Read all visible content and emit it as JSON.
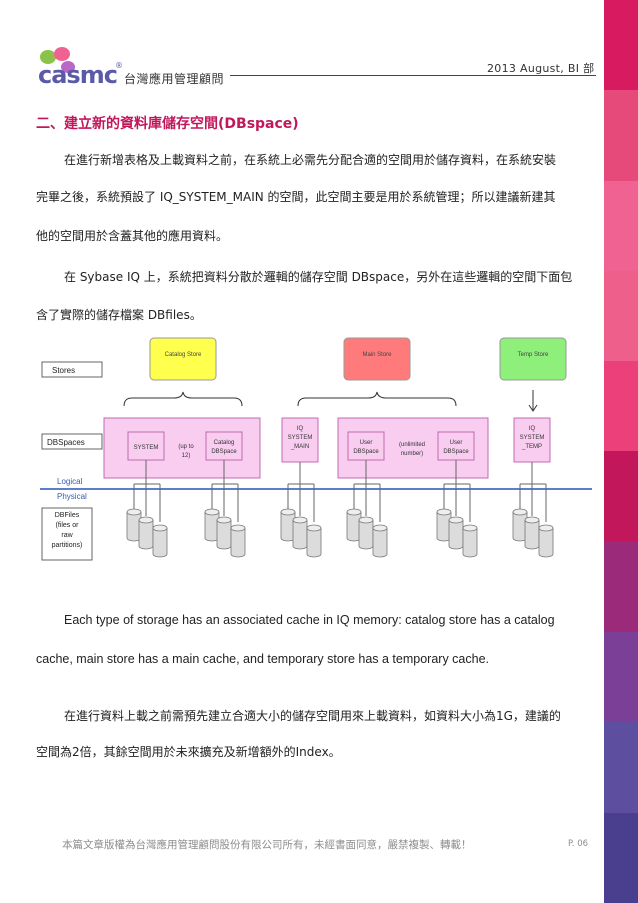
{
  "header": {
    "logo_text": "casmc",
    "logo_reg": "®",
    "company": "台灣應用管理顧問",
    "date": "2013 August, BI 部"
  },
  "section": {
    "title": "二、建立新的資料庫儲存空間(DBspace)"
  },
  "body": {
    "p1_l1": "在進行新增表格及上載資料之前，在系統上必需先分配合適的空間用於儲存資料，在系統安裝",
    "p1_l2": "完畢之後，系統預設了 IQ_SYSTEM_MAIN 的空間，此空間主要是用於系統管理；所以建議新建其",
    "p1_l3": "他的空間用於含蓋其他的應用資料。",
    "p2_l1": "在 Sybase IQ 上，系統把資料分散於邏輯的儲存空間 DBspace，另外在這些邏輯的空間下面包",
    "p2_l2": "含了實際的儲存檔案 DBfiles。",
    "p3_l1": "Each type of storage has an associated cache in IQ memory: catalog store has a catalog",
    "p3_l2": "cache, main store has a main cache, and temporary store has a temporary cache.",
    "p4_l1": "在進行資料上載之前需預先建立合適大小的儲存空間用來上載資料，如資料大小為1G，建議的",
    "p4_l2": "空間為2倍，其餘空間用於未來擴充及新增額外的Index。"
  },
  "diagram": {
    "stores_label": "Stores",
    "dbspaces_label": "DBSpaces",
    "logical_label": "Logical",
    "physical_label": "Physical",
    "dbfiles_l1": "DBFiles",
    "dbfiles_l2": "(files or",
    "dbfiles_l3": "raw",
    "dbfiles_l4": "partitions)",
    "catalog_store": "Catalog Store",
    "main_store": "Main Store",
    "temp_store": "Temp Store",
    "system": "SYSTEM",
    "upto_l1": "(up to",
    "upto_l2": "12)",
    "catalog_l1": "Catalog",
    "catalog_l2": "DBSpace",
    "iqmain_l1": "IQ",
    "iqmain_l2": "SYSTEM",
    "iqmain_l3": "_MAIN",
    "user1_l1": "User",
    "user1_l2": "DBSpace",
    "unlimited_l1": "(unlimited",
    "unlimited_l2": "number)",
    "user2_l1": "User",
    "user2_l2": "DBSpace",
    "iqtemp_l1": "IQ",
    "iqtemp_l2": "SYSTEM",
    "iqtemp_l3": "_TEMP",
    "colors": {
      "catalog_store": "#ffff4d",
      "main_store": "#ff7b7b",
      "temp_store": "#8ef07a",
      "dbspace_fill": "#f8cdf0",
      "dbspace_stroke": "#c06bb0",
      "logical_line": "#5b7fc8"
    }
  },
  "footer": {
    "notice": "本篇文章版權為台灣應用管理顧問股份有限公司所有，未經書面同意，嚴禁複製、轉載！",
    "page": "P. 06"
  },
  "theme": {
    "stripe_colors": [
      "#d81b60",
      "#e64a7b",
      "#f06292",
      "#ef5f8c",
      "#ec407a",
      "#c2185b",
      "#9c2a7a",
      "#7b3f98",
      "#5e4ea0",
      "#4a3f8f"
    ]
  }
}
